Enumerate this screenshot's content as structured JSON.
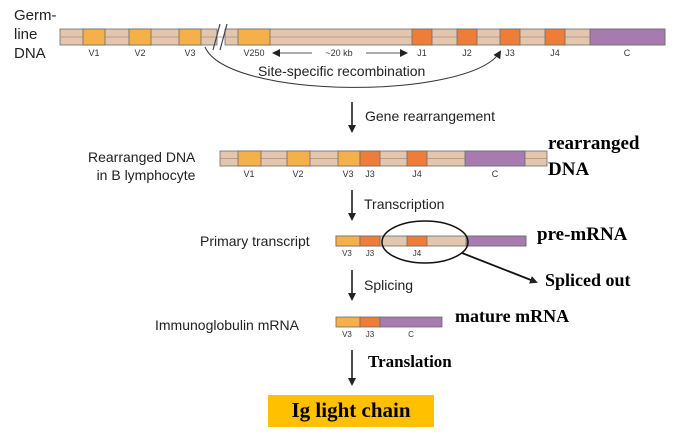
{
  "germline": {
    "label_lines": [
      "Germ-",
      "line",
      "DNA"
    ],
    "segments": [
      "V1",
      "V2",
      "V3",
      "V250",
      "J1",
      "J2",
      "J3",
      "J4",
      "C"
    ],
    "distance": "~20 kb",
    "recombination": "Site-specific recombination"
  },
  "steps": {
    "rearrangement": "Gene rearrangement",
    "transcription": "Transcription",
    "splicing": "Splicing",
    "translation": "Translation"
  },
  "rearranged": {
    "label_lines": [
      "Rearranged DNA",
      "in B lymphocyte"
    ],
    "segments": [
      "V1",
      "V2",
      "V3",
      "J3",
      "J4",
      "C"
    ],
    "annotation_lines": [
      "rearranged",
      "DNA"
    ]
  },
  "primary": {
    "label": "Primary transcript",
    "segments": [
      "V3",
      "J3",
      "J4"
    ],
    "annotation": "pre-mRNA",
    "spliced_note": "Spliced out"
  },
  "mrna": {
    "label": "Immunoglobulin mRNA",
    "segments": [
      "V3",
      "J3",
      "C"
    ],
    "annotation": "mature mRNA"
  },
  "product": {
    "label": "Ig light chain"
  },
  "colors": {
    "backbone": "#e3c6ae",
    "v_gene": "#f6b04a",
    "j_gene": "#ef7d3a",
    "c_gene": "#a77bb0",
    "highlight": "#ffc000",
    "outline": "#6b6b6b"
  }
}
